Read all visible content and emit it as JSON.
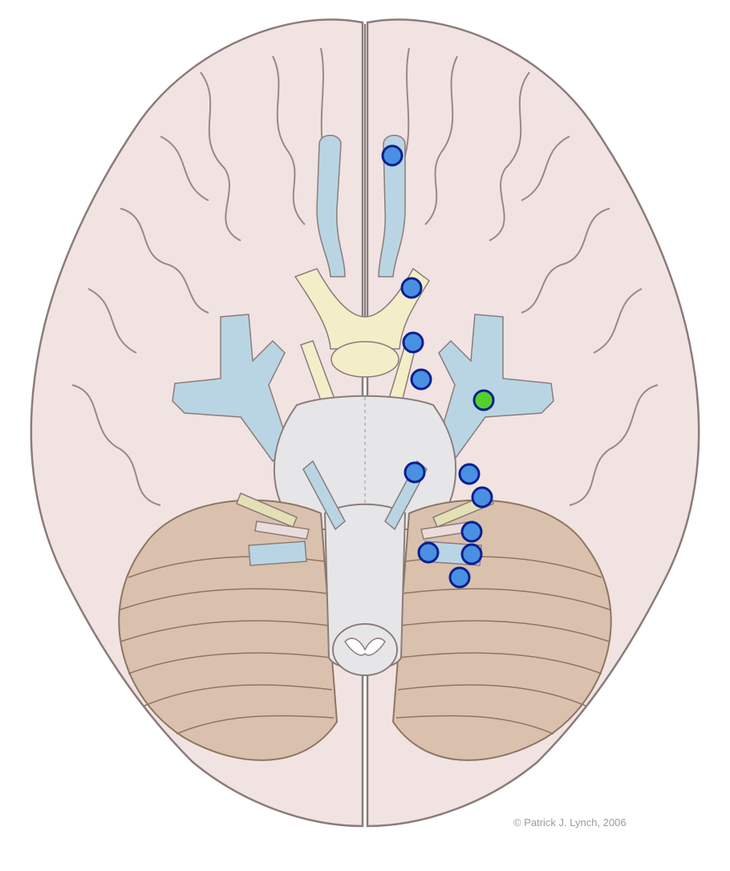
{
  "credit": "© Patrick J. Lynch, 2006",
  "colors": {
    "cerebrum": "#f1e3e1",
    "outline": "#8a7c7a",
    "gyri_line": "#9a8886",
    "cerebellum": "#d9c1ad",
    "cerebellum_line": "#8e7563",
    "blue_structure": "#b9d5e3",
    "yellow_structure": "#f4eec8",
    "brainstem": "#e6e6e8",
    "marker_blue": "#4a90e2",
    "marker_green": "#52d12b",
    "marker_outline": "#0a1f8f"
  },
  "markers": [
    {
      "id": "marker-olfactory-bulb",
      "color": "blue"
    },
    {
      "id": "marker-optic-nerve",
      "color": "blue"
    },
    {
      "id": "marker-optic-chiasm",
      "color": "blue"
    },
    {
      "id": "marker-optic-tract",
      "color": "blue"
    },
    {
      "id": "marker-temporal-lobe",
      "color": "green"
    },
    {
      "id": "marker-trigeminal-medial",
      "color": "blue"
    },
    {
      "id": "marker-trigeminal-lateral",
      "color": "blue"
    },
    {
      "id": "marker-facial-nerve",
      "color": "blue"
    },
    {
      "id": "marker-vestibulocochlear",
      "color": "blue"
    },
    {
      "id": "marker-glossopharyngeal-medial",
      "color": "blue"
    },
    {
      "id": "marker-glossopharyngeal",
      "color": "blue"
    },
    {
      "id": "marker-vagus",
      "color": "blue"
    }
  ]
}
